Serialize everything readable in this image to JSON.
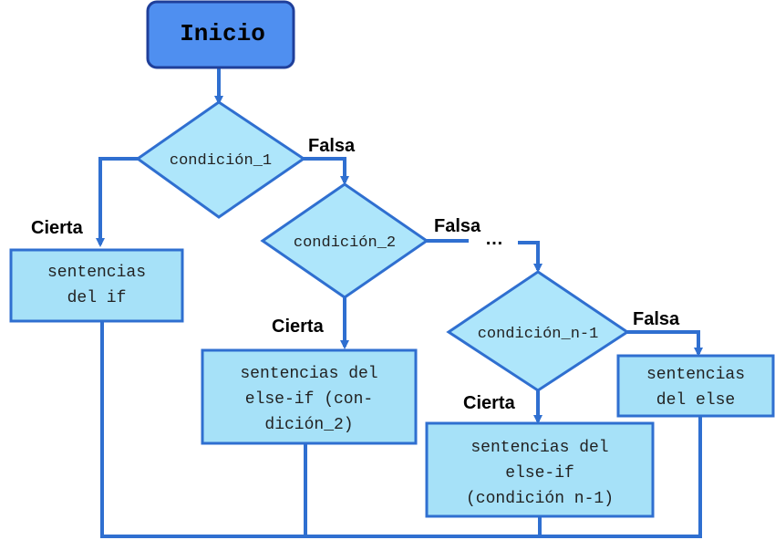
{
  "colors": {
    "line": "#2f6fd0",
    "start_fill": "#4f8ff0",
    "start_stroke": "#1f3f9a",
    "box_fill": "#a6e1f8",
    "diamond_fill": "#aee6fb"
  },
  "start": {
    "label": "Inicio"
  },
  "decisions": {
    "d1": "condición_1",
    "d2": "condición_2",
    "dn": "condición_n-1"
  },
  "boxes": {
    "if_lines": [
      "sentencias",
      "del if"
    ],
    "elseif2_lines": [
      "sentencias del",
      "else-if (con-",
      "dición_2)"
    ],
    "elseifn_lines": [
      "sentencias del",
      "else-if",
      "(condición n-1)"
    ],
    "else_lines": [
      "sentencias",
      "del else"
    ]
  },
  "labels": {
    "false_1": "Falsa",
    "true_1": "Cierta",
    "false_2": "Falsa",
    "true_2": "Cierta",
    "false_n": "Falsa",
    "true_n": "Cierta",
    "ellipsis": "…"
  }
}
